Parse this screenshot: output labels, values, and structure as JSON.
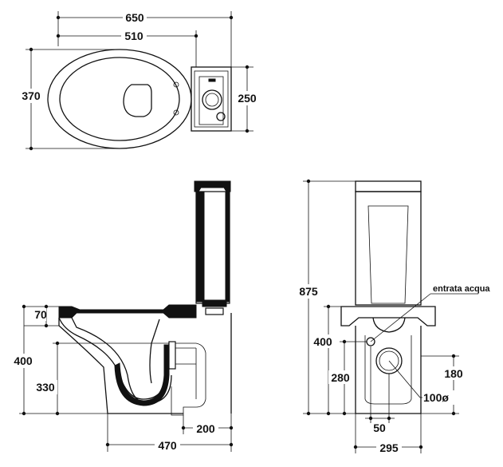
{
  "top_view": {
    "width_overall": "650",
    "width_bowl_to_tank": "510",
    "depth_overall": "370",
    "tank_depth": "250"
  },
  "side_view": {
    "rim_to_seat": "70",
    "rim_height": "400",
    "outlet_height": "330",
    "outlet_to_wall": "200",
    "total_depth": "470"
  },
  "rear_view": {
    "total_height": "875",
    "rim_height": "400",
    "inlet_height": "280",
    "outlet_height": "180",
    "inlet_label": "entrata acqua",
    "outlet_diameter": "100ø",
    "inlet_offset": "50",
    "width": "295"
  }
}
